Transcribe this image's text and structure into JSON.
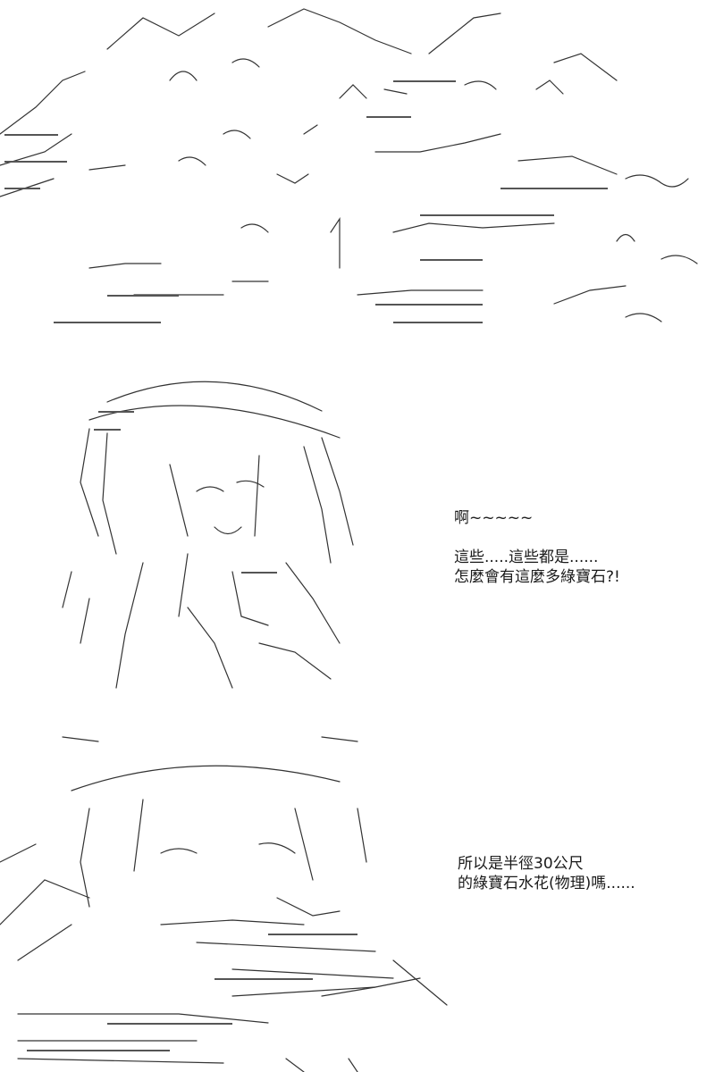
{
  "colors": {
    "background": "#ffffff",
    "ink": "#1a1a1a"
  },
  "panel2": {
    "dialogue": {
      "line1": "啊~~~~~",
      "line2": "這些.....這些都是......",
      "line3": "怎麼會有這麼多綠寶石?!"
    }
  },
  "panel3": {
    "dialogue": {
      "line1": "所以是半徑30公尺",
      "line2": "的綠寶石水花(物理)嗎......"
    }
  }
}
